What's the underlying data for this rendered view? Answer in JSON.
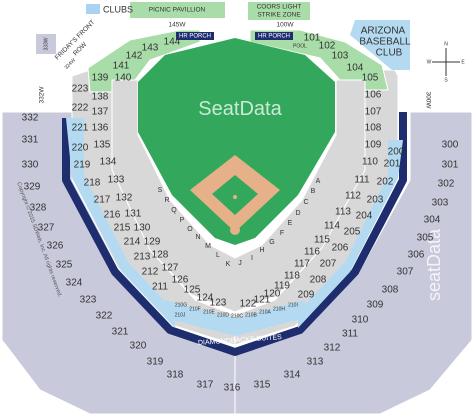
{
  "legend": {
    "clubs_label": "CLUBS",
    "swatch_color": "#a9d3f0"
  },
  "top_labels": {
    "picnic": "PICNIC PAVILLION",
    "coors_1": "COORS LIGHT",
    "coors_2": "STRIKE ZONE",
    "s145w": "145W",
    "s100w": "100W",
    "hr_porch_left": "HR PORCH",
    "hr_porch_right": "HR PORCH",
    "pool": "POOL"
  },
  "left_labels": {
    "s333w": "333W",
    "s324w": "324W",
    "s332w": "332W",
    "fridays_1": "FRIDAY'S FRONT",
    "fridays_2": "ROW"
  },
  "right_labels": {
    "s300w": "300W",
    "arizona_1": "ARIZONA",
    "arizona_2": "BASEBALL",
    "arizona_3": "CLUB"
  },
  "brand": {
    "watermark": "SeatData",
    "side_watermark": "seatData",
    "copyright": "Copyright © 2015 SDWeb, Inc. All rights reserved."
  },
  "suites_label": "DIAMONDBACKS SUITES",
  "compass": {
    "n": "N",
    "s": "S",
    "e": "E",
    "w": "W"
  },
  "sections": {
    "upper_left": [
      "332",
      "331",
      "330",
      "329",
      "328",
      "327",
      "326",
      "325",
      "324",
      "323",
      "322",
      "321",
      "320"
    ],
    "upper_bottom": [
      "319",
      "318",
      "317",
      "316",
      "315",
      "314",
      "313",
      "312"
    ],
    "upper_right": [
      "311",
      "310",
      "309",
      "308",
      "307",
      "306",
      "305",
      "304",
      "303",
      "302",
      "301",
      "300"
    ],
    "bleacher_left": [
      "223",
      "222",
      "221",
      "220",
      "219",
      "218",
      "217",
      "216",
      "215",
      "214",
      "213",
      "212",
      "211"
    ],
    "bleacher_right": [
      "200",
      "201",
      "202",
      "203",
      "204",
      "205",
      "206",
      "207",
      "208",
      "209"
    ],
    "club_lower": [
      "210G",
      "210F",
      "210E",
      "210D",
      "210C",
      "210B",
      "210A",
      "210H",
      "210I",
      "210J"
    ],
    "lower_left": [
      "138",
      "137",
      "136",
      "135",
      "134",
      "133",
      "132",
      "131",
      "130",
      "129",
      "128",
      "127",
      "126",
      "125",
      "124",
      "123"
    ],
    "lower_right": [
      "106",
      "107",
      "108",
      "109",
      "110",
      "111",
      "112",
      "113",
      "114",
      "115",
      "116",
      "117",
      "118",
      "119",
      "120",
      "121",
      "122"
    ],
    "outfield": [
      "143",
      "142",
      "141",
      "140",
      "139",
      "144",
      "101",
      "102",
      "103",
      "104",
      "105"
    ],
    "letters": [
      "S",
      "R",
      "Q",
      "P",
      "O",
      "N",
      "M",
      "L",
      "K",
      "J",
      "I",
      "H",
      "G",
      "F",
      "E",
      "D",
      "C",
      "B",
      "A"
    ]
  },
  "colors": {
    "field": "#33a85c",
    "outfield_seats": "#a8dca8",
    "lower_seats": "#d8d8d8",
    "upper_seats": "#c9c9dc",
    "club_seats": "#b4daf2",
    "suites_band": "#1e2d6e",
    "infield_dirt": "#e6b088"
  }
}
